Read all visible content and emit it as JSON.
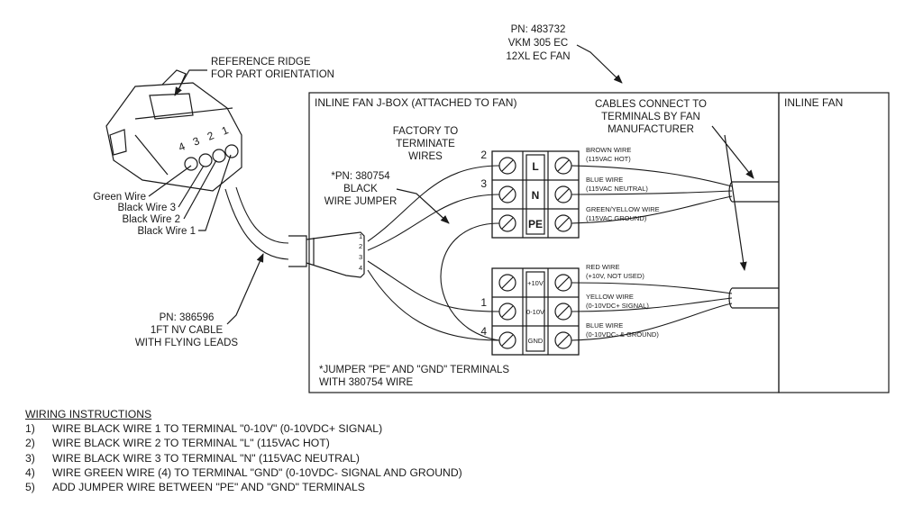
{
  "part": {
    "pn": "PN: 483732",
    "model": "VKM 305 EC",
    "desc": "12XL EC FAN"
  },
  "jbox_title": "INLINE FAN J-BOX (ATTACHED TO FAN)",
  "fan_title": "INLINE FAN",
  "cables_note": [
    "CABLES CONNECT TO",
    "TERMINALS BY FAN",
    "MANUFACTURER"
  ],
  "factory_note": [
    "FACTORY TO",
    "TERMINATE",
    "WIRES"
  ],
  "jumper_note": [
    "*PN: 380754",
    "BLACK",
    "WIRE JUMPER"
  ],
  "reference_note": [
    "REFERENCE RIDGE",
    "FOR PART ORIENTATION"
  ],
  "connector_digits": [
    "4",
    "3",
    "2",
    "1"
  ],
  "connector_wires": [
    "Green Wire",
    "Black Wire 3",
    "Black Wire 2",
    "Black Wire 1"
  ],
  "cable_note": [
    "PN: 386596",
    "1FT NV CABLE",
    "WITH FLYING LEADS"
  ],
  "plug_pins": [
    "1",
    "2",
    "3",
    "4"
  ],
  "upper_terminals": [
    {
      "label": "L",
      "number": "2",
      "wire": "BROWN WIRE",
      "spec": "(115VAC HOT)"
    },
    {
      "label": "N",
      "number": "3",
      "wire": "BLUE WIRE",
      "spec": "(115VAC NEUTRAL)"
    },
    {
      "label": "PE",
      "number": "",
      "wire": "GREEN/YELLOW WIRE",
      "spec": "(115VAC GROUND)"
    }
  ],
  "lower_terminals": [
    {
      "label": "+10V",
      "number": "",
      "wire": "RED WIRE",
      "spec": "(+10V, NOT USED)"
    },
    {
      "label": "0-10V",
      "number": "1",
      "wire": "YELLOW WIRE",
      "spec": "(0-10VDC+ SIGNAL)"
    },
    {
      "label": "GND",
      "number": "4",
      "wire": "BLUE WIRE",
      "spec": "(0-10VDC- & GROUND)"
    }
  ],
  "jumper_footnote": [
    "*JUMPER \"PE\" AND \"GND\" TERMINALS",
    "WITH 380754 WIRE"
  ],
  "instructions": {
    "title": "WIRING INSTRUCTIONS",
    "steps": [
      {
        "num": "1)",
        "text": "WIRE BLACK WIRE 1 TO TERMINAL \"0-10V\" (0-10VDC+ SIGNAL)"
      },
      {
        "num": "2)",
        "text": "WIRE BLACK WIRE 2 TO TERMINAL \"L\" (115VAC HOT)"
      },
      {
        "num": "3)",
        "text": "WIRE BLACK WIRE 3 TO TERMINAL \"N\" (115VAC NEUTRAL)"
      },
      {
        "num": "4)",
        "text": "WIRE GREEN WIRE (4) TO TERMINAL \"GND\"  (0-10VDC- SIGNAL AND GROUND)"
      },
      {
        "num": "5)",
        "text": "ADD JUMPER WIRE BETWEEN \"PE\" AND \"GND\" TERMINALS"
      }
    ]
  }
}
